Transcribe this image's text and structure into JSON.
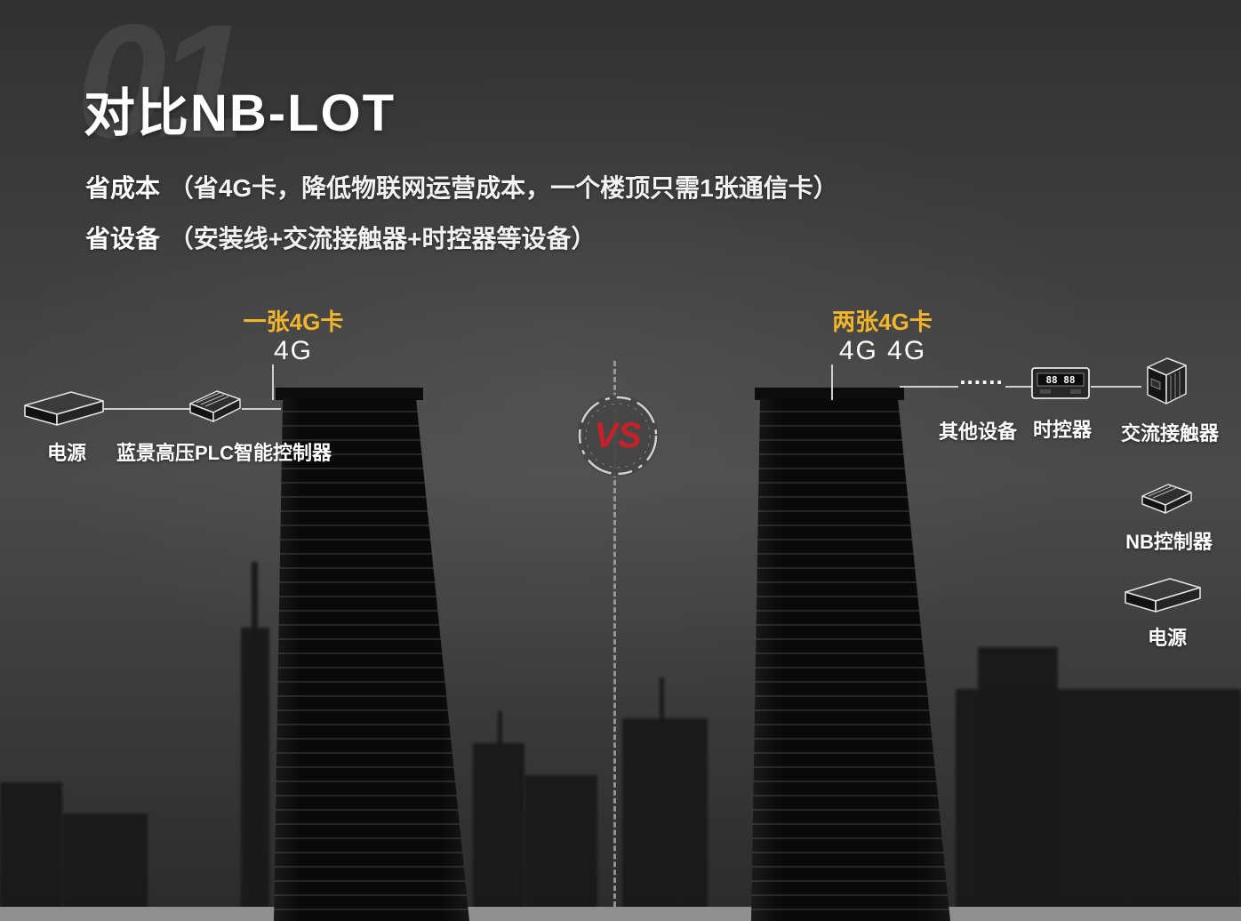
{
  "slide": {
    "watermark": "01",
    "title": "对比NB-LOT",
    "bullets": [
      {
        "label": "省成本",
        "text": "（省4G卡，降低物联网运营成本，一个楼顶只需1张通信卡）"
      },
      {
        "label": "省设备",
        "text": "（安装线+交流接触器+时控器等设备）"
      }
    ]
  },
  "left_solution": {
    "sim_label": "一张4G卡",
    "network_label": "4G",
    "power_label": "电源",
    "controller_label": "蓝景高压PLC智能控制器"
  },
  "comparison": {
    "vs_label": "VS"
  },
  "right_solution": {
    "sim_label": "两张4G卡",
    "network_label": "4G 4G",
    "ellipsis": "......",
    "other_devices_label": "其他设备",
    "timer_label": "时控器",
    "timer_display": "88 88",
    "contactor_label": "交流接触器",
    "nb_controller_label": "NB控制器",
    "power_label": "电源"
  },
  "colors": {
    "background_dark": "#3e3e3e",
    "accent_yellow": "#f2b52b",
    "vs_red": "#c6212b",
    "text_white": "#ffffff"
  },
  "icons": {
    "left_chain": [
      "power-supply-icon",
      "plc-controller-icon"
    ],
    "right_chain": [
      "timer-device-icon",
      "ac-contactor-icon",
      "nb-controller-icon",
      "power-supply-icon"
    ]
  }
}
